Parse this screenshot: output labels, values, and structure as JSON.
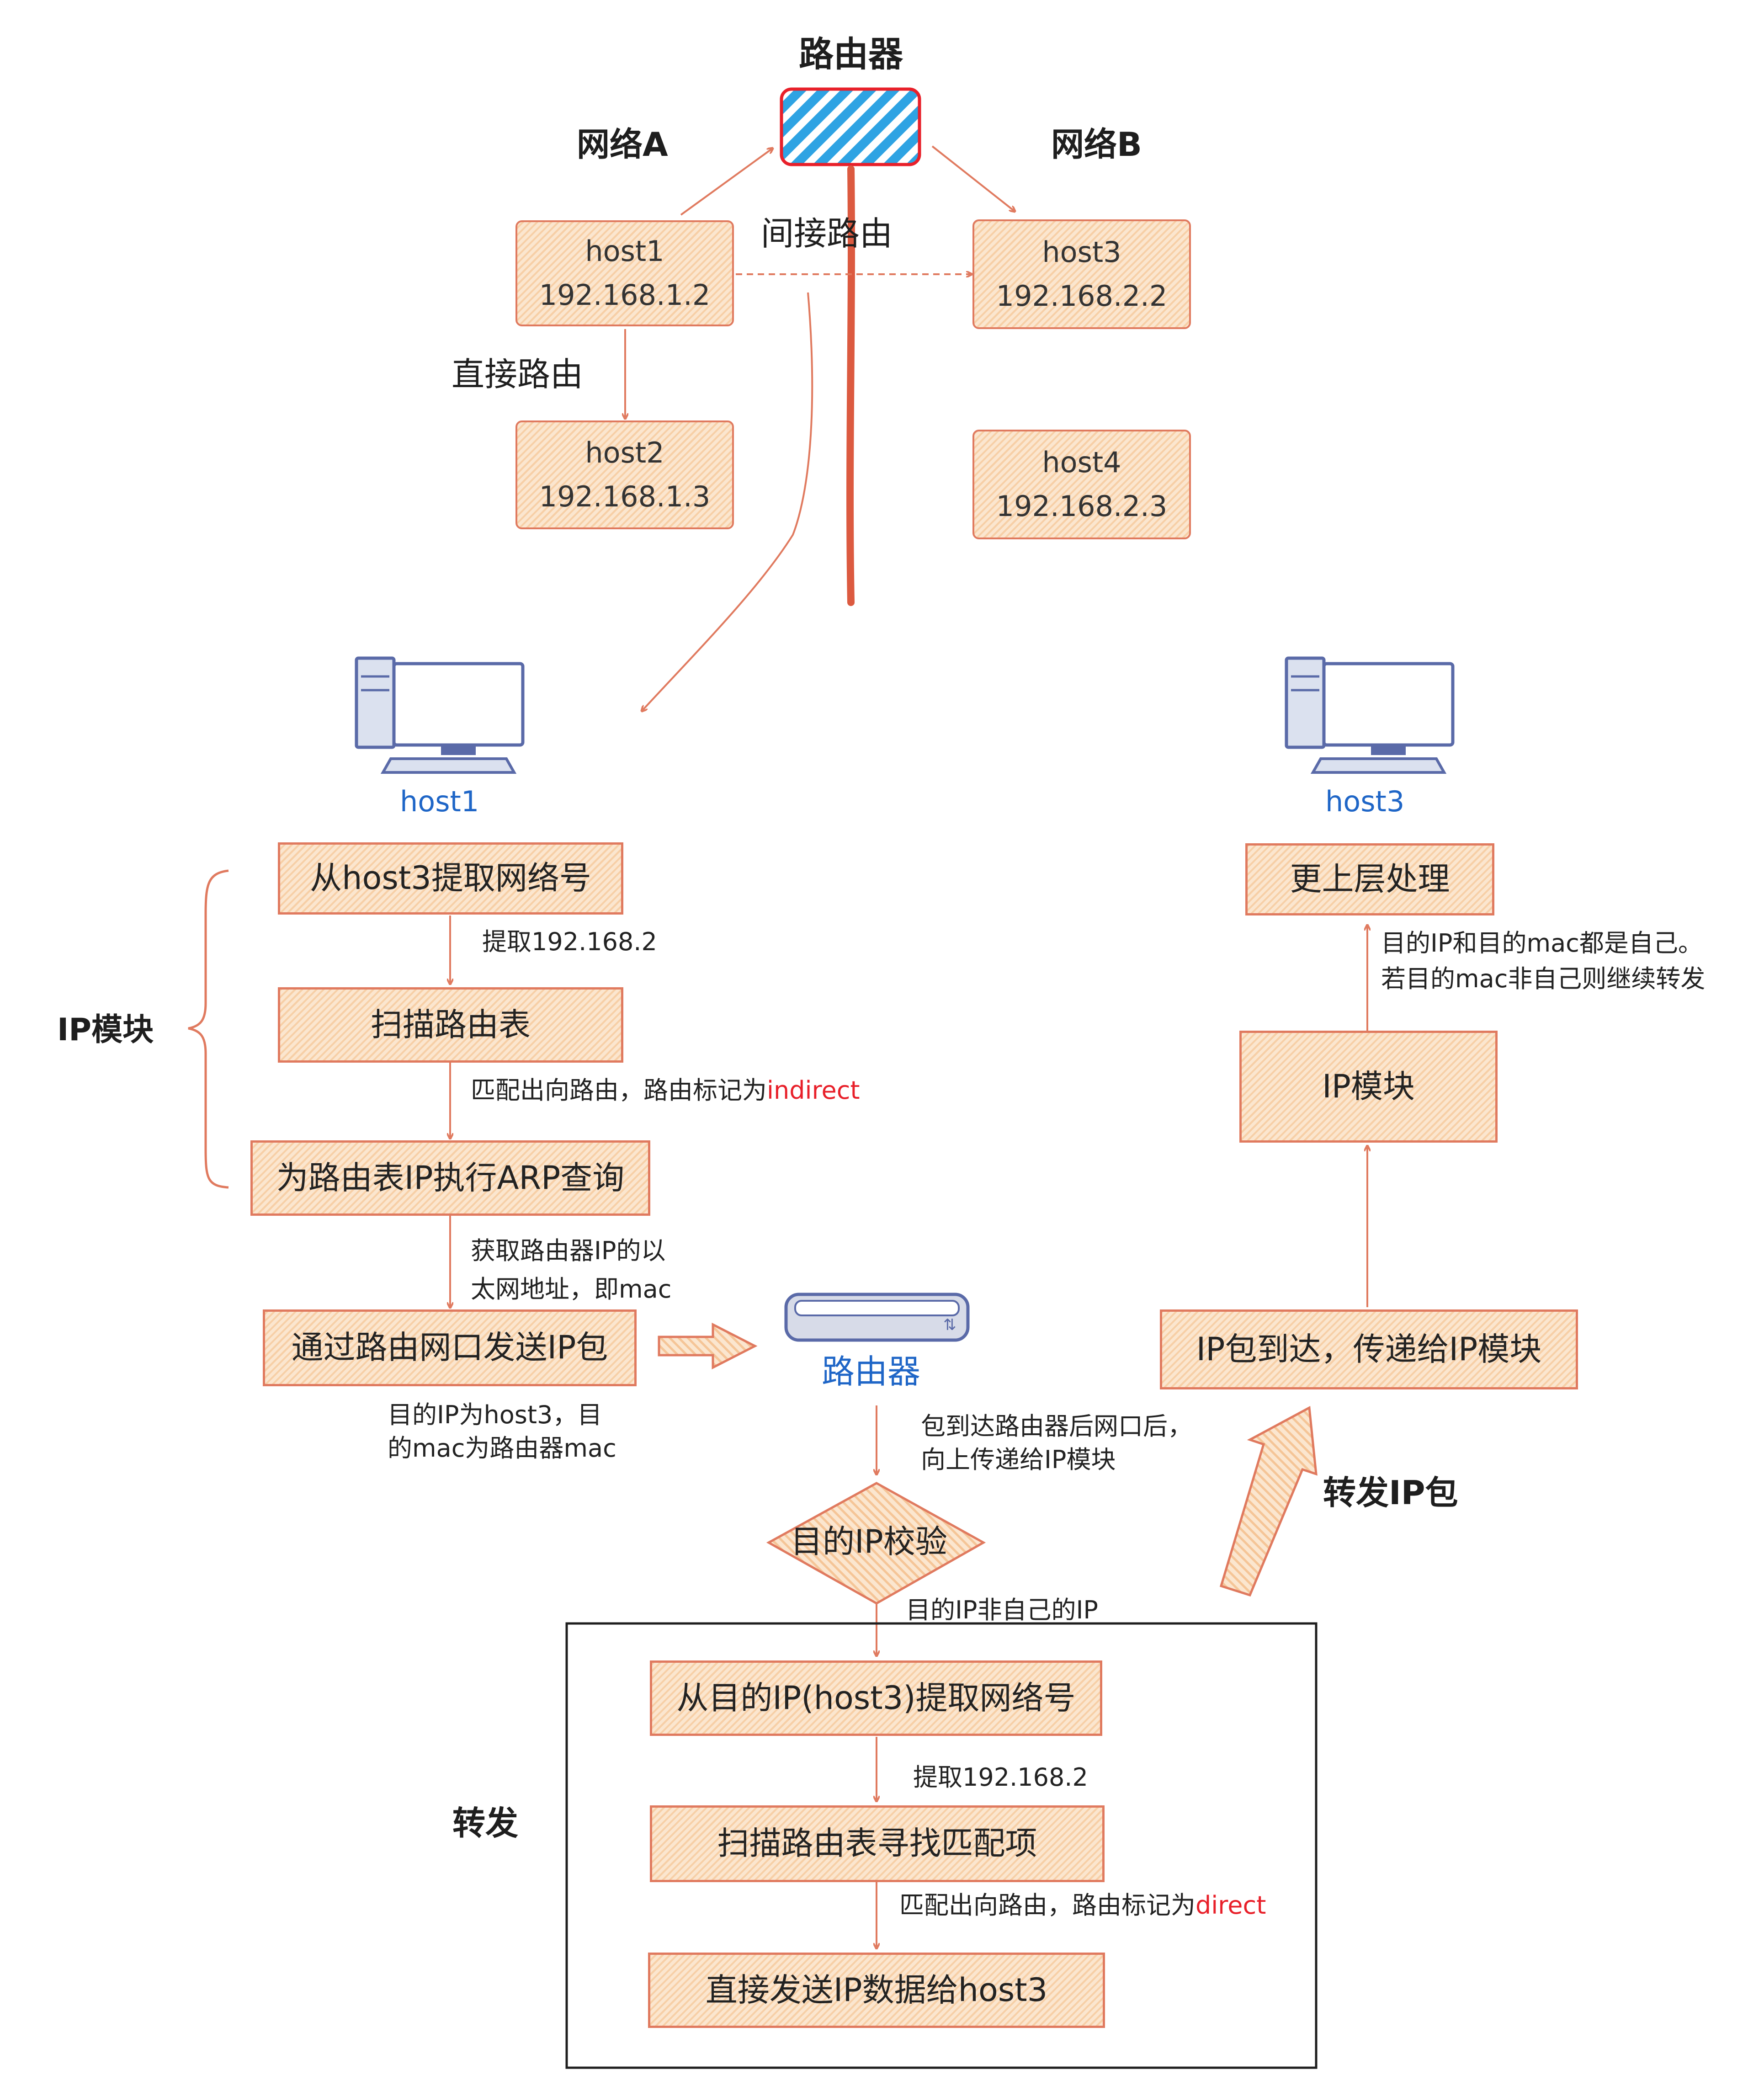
{
  "top": {
    "router_title": "路由器",
    "network_a": "网络A",
    "network_b": "网络B",
    "indirect_route": "间接路由",
    "direct_route": "直接路由",
    "hosts": [
      {
        "name": "host1",
        "ip": "192.168.1.2"
      },
      {
        "name": "host2",
        "ip": "192.168.1.3"
      },
      {
        "name": "host3",
        "ip": "192.168.2.2"
      },
      {
        "name": "host4",
        "ip": "192.168.2.3"
      }
    ]
  },
  "left_flow": {
    "host_label": "host1",
    "ip_module_label": "IP模块",
    "steps": [
      "从host3提取网络号",
      "扫描路由表",
      "为路由表IP执行ARP查询",
      "通过路由网口发送IP包"
    ],
    "edge_extract": "提取192.168.2",
    "edge_match_prefix": "匹配出向路由，路由标记为",
    "edge_match_keyword": "indirect",
    "edge_arp_line1": "获取路由器IP的以",
    "edge_arp_line2": "太网地址，即mac",
    "send_note_line1": "目的IP为host3，目",
    "send_note_line2": "的mac为路由器mac"
  },
  "router_device": {
    "label": "路由器",
    "arrival_line1": "包到达路由器后网口后，",
    "arrival_line2": "向上传递给IP模块",
    "check_label": "目的IP校验",
    "check_note": "目的IP非自己的IP"
  },
  "forward": {
    "label": "转发",
    "steps": [
      "从目的IP(host3)提取网络号",
      "扫描路由表寻找匹配项",
      "直接发送IP数据给host3"
    ],
    "edge_extract": "提取192.168.2",
    "edge_match_prefix": "匹配出向路由，路由标记为",
    "edge_match_keyword": "direct"
  },
  "right_flow": {
    "host_label": "host3",
    "forward_ip_label": "转发IP包",
    "steps": [
      "IP包到达，传递给IP模块",
      "IP模块",
      "更上层处理"
    ],
    "note_line1": "目的IP和目的mac都是自己。",
    "note_line2": "若目的mac非自己则继续转发"
  },
  "colors": {
    "stroke": "#e07a5f",
    "host_blue": "#1f66c7",
    "keyword_red": "#e8202a",
    "router_blue": "#2ea3e3",
    "device_slate": "#5a6aa8"
  }
}
